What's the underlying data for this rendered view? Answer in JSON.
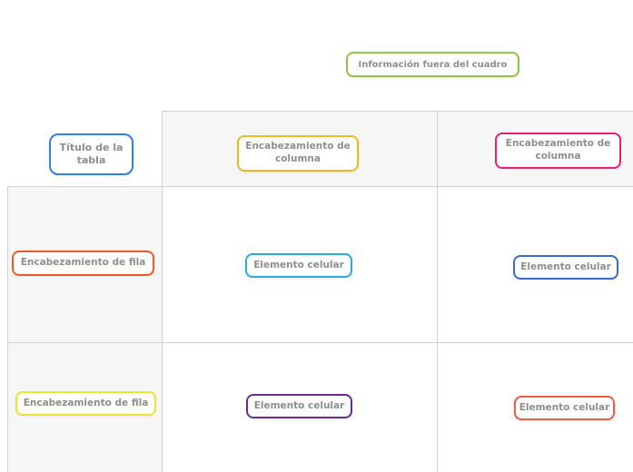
{
  "canvas": {
    "background": "#ffffff",
    "grid_line_color": "#d2d2d2",
    "band_background": "#f6f6f6",
    "node_text_color": "#8e8e8e"
  },
  "nodes": [
    {
      "id": "outside-info",
      "label": "Información fuera del cuadro",
      "color": "#8dc63f"
    },
    {
      "id": "table-title",
      "label": "Título de la tabla",
      "color": "#2f80ed"
    },
    {
      "id": "col-header-1",
      "label": "Encabezamiento de columna",
      "color": "#f2b824"
    },
    {
      "id": "col-header-2",
      "label": "Encabezamiento de columna",
      "color": "#ed1e79"
    },
    {
      "id": "row-header-1",
      "label": "Encabezamiento de fila",
      "color": "#f1572c"
    },
    {
      "id": "cell-1",
      "label": "Elemento celular",
      "color": "#29abe2"
    },
    {
      "id": "cell-2",
      "label": "Elemento celular",
      "color": "#3569d6"
    },
    {
      "id": "row-header-2",
      "label": "Encabezamiento de fila",
      "color": "#ece42e"
    },
    {
      "id": "cell-3",
      "label": "Elemento celular",
      "color": "#6a2d8f"
    },
    {
      "id": "cell-4",
      "label": "Elemento celular",
      "color": "#f15b3e"
    }
  ]
}
